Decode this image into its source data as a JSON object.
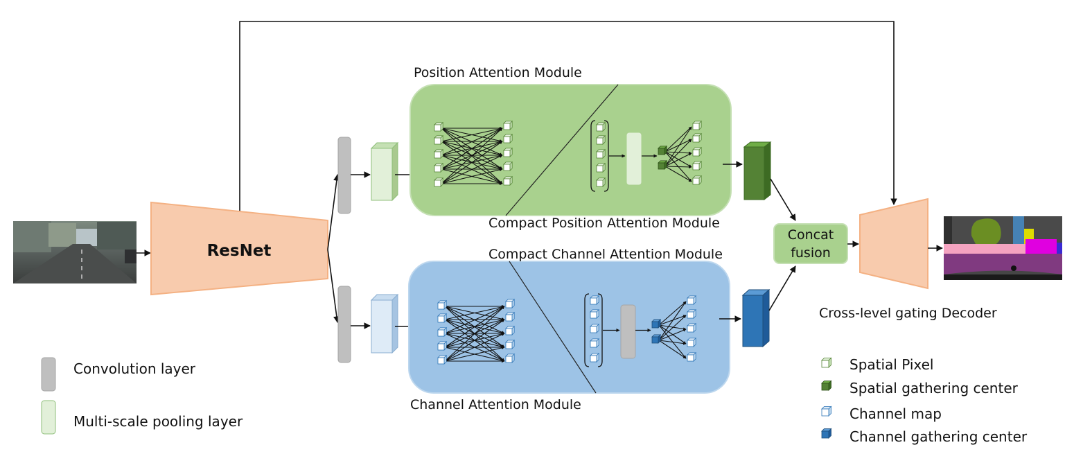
{
  "backbone": {
    "label": "ResNet"
  },
  "modules": {
    "position": "Position Attention Module",
    "compact_position": "Compact Position Attention Module",
    "compact_channel": "Compact Channel Attention Module",
    "channel": "Channel Attention Module"
  },
  "fusion": {
    "line1": "Concat",
    "line2": "fusion"
  },
  "decoder": {
    "label": "Cross-level gating Decoder"
  },
  "legend_left": [
    {
      "label": "Convolution layer",
      "icon": "gray-bar"
    },
    {
      "label": "Multi-scale pooling layer",
      "icon": "light-green-bar"
    }
  ],
  "legend_right": [
    {
      "label": "Spatial Pixel",
      "icon": "light-green-cube"
    },
    {
      "label": "Spatial gathering center",
      "icon": "dark-green-cube"
    },
    {
      "label": "Channel map",
      "icon": "light-blue-cube"
    },
    {
      "label": "Channel gathering center",
      "icon": "dark-blue-cube"
    }
  ],
  "colors": {
    "resnet": "#f8cbad",
    "resnet_border": "#f4b183",
    "position_module": "#a9d18e",
    "channel_module": "#9dc3e6",
    "fusion": "#a9d18e",
    "conv": "#bfbfbf",
    "pool_green": "#e2f0d9",
    "pool_blue": "#deebf7",
    "spatial_center": "#548235",
    "channel_center": "#2e75b6"
  }
}
